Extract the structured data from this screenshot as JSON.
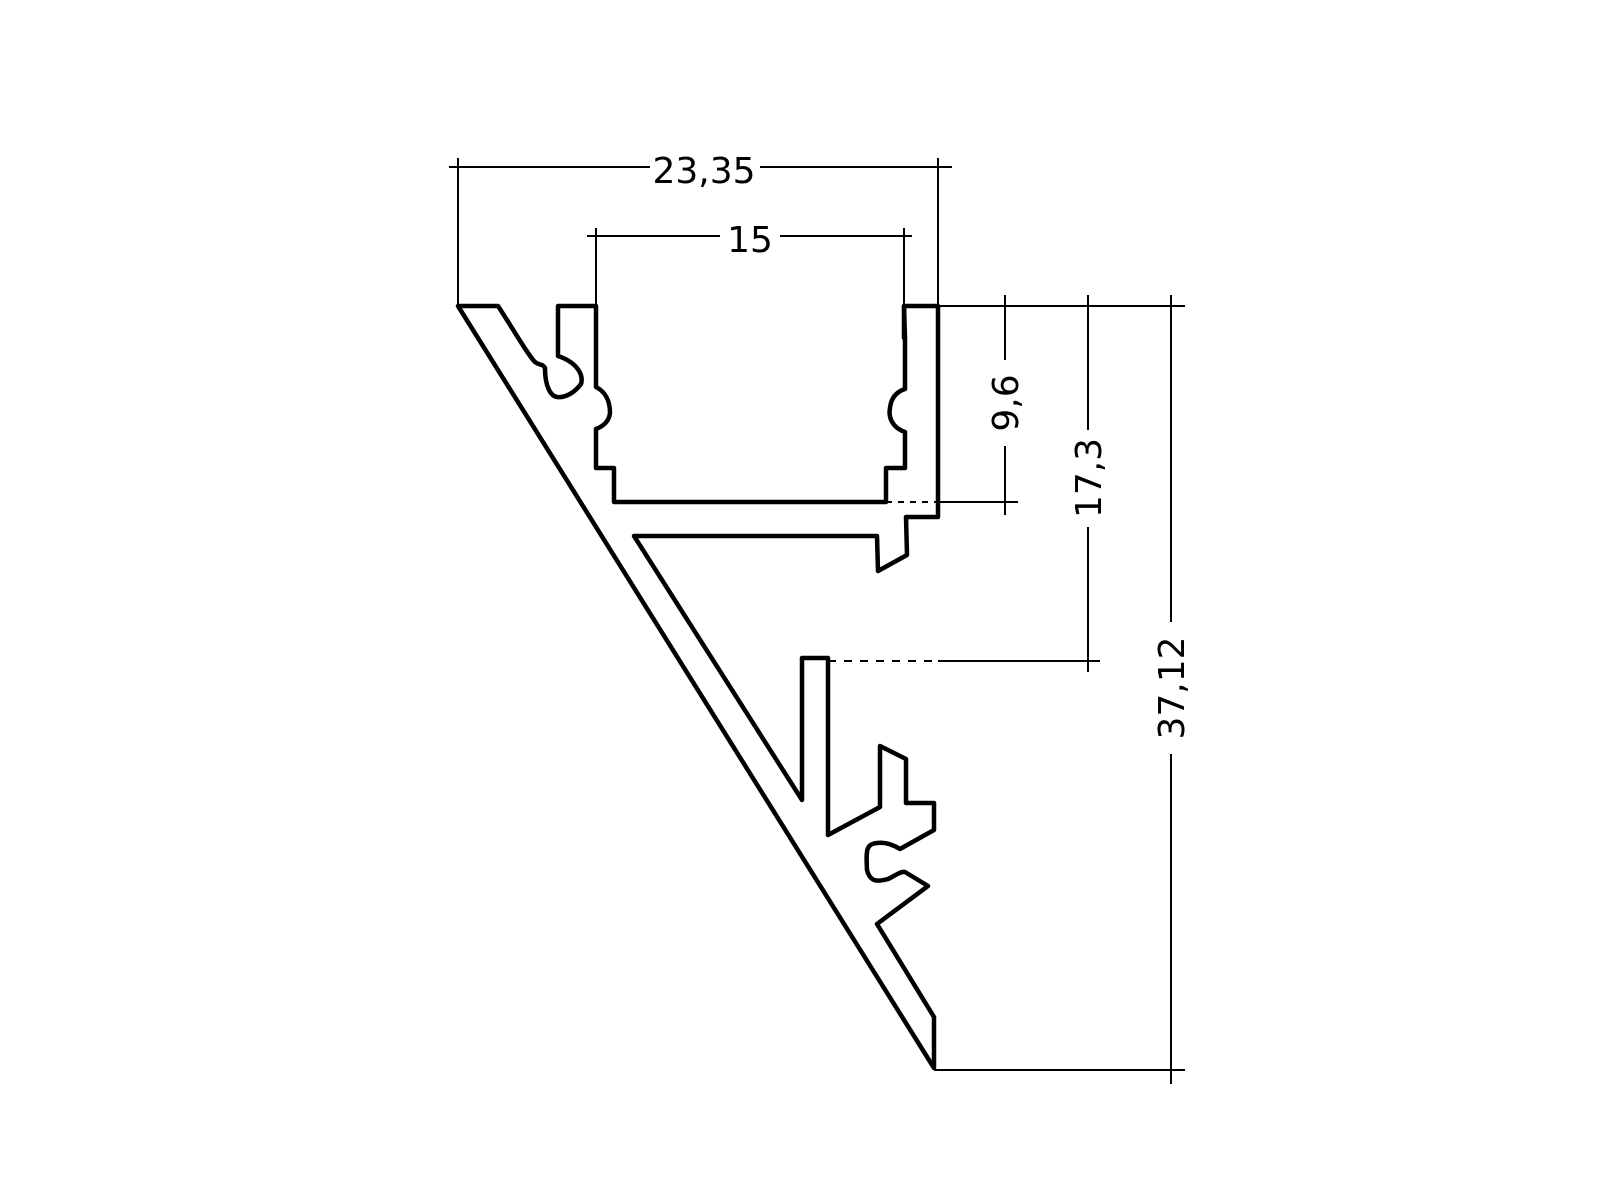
{
  "drawing": {
    "dimensions": {
      "overall_width": "23,35",
      "channel_width": "15",
      "channel_depth": "9,6",
      "mid_height": "17,3",
      "overall_height": "37,12"
    },
    "colors": {
      "line": "#000000",
      "background": "#ffffff"
    }
  }
}
